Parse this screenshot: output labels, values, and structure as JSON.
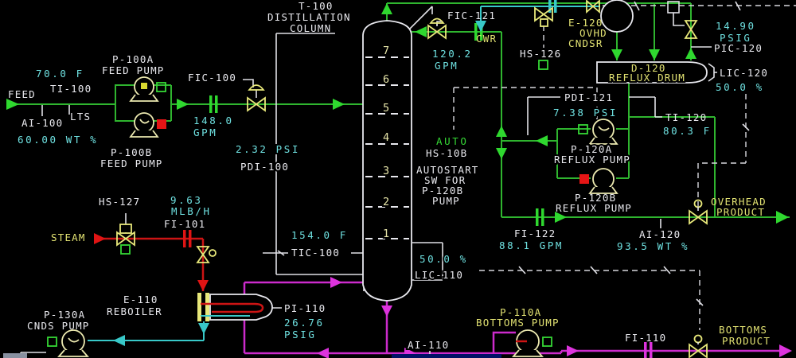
{
  "colors": {
    "background": "#000000",
    "piping_green": "#2fb52f",
    "steam_red": "#cc1414",
    "water_cyan": "#38c8c8",
    "bottoms_magenta": "#cc2bcc",
    "value_cyan": "#6ee0e0",
    "label_white": "#e9e9ee",
    "equipment_yellow": "#e2e272",
    "status_green": "#35d835",
    "alarm_red": "#e51515"
  },
  "feed": {
    "stream": "FEED",
    "ti100": "TI-100",
    "ti100_value": "70.0  F",
    "ai100": "AI-100",
    "ai100_value": "60.00 WT %",
    "lts": "LTS",
    "pump_a": "P-100A",
    "pump_a_desc": "FEED PUMP",
    "pump_b": "P-100B",
    "pump_b_desc": "FEED PUMP",
    "fic100": "FIC-100",
    "fic100_value": "148.0",
    "fic100_unit": "GPM"
  },
  "column": {
    "tag": "T-100",
    "desc_line1": "DISTILLATION",
    "desc_line2": "COLUMN",
    "trays": [
      "7",
      "6",
      "5",
      "4",
      "3",
      "2",
      "1"
    ],
    "pdi100_value": "2.32 PSI",
    "pdi100": "PDI-100",
    "tic100_value": "154.0 F",
    "tic100": "TIC-100",
    "lic110_value": "50.0  %",
    "lic110": "LIC-110"
  },
  "overhead": {
    "fic121": "FIC-121",
    "fic121_value": "120.2",
    "fic121_unit": "GPM",
    "cwr": "CWR",
    "hs126": "HS-126",
    "condenser": "E-120",
    "condenser_desc1": "OVHD",
    "condenser_desc2": "CNDSR",
    "pic120_value": "14.90",
    "pic120_unit": "PSIG",
    "pic120": "PIC-120",
    "drum": "D-120",
    "drum_desc": "REFLUX DRUM",
    "lic120": "LIC-120",
    "lic120_value": "50.0  %",
    "pdi121": "PDI-121",
    "pdi121_value": "7.38 PSI",
    "ti120": "TI-120",
    "ti120_value": "80.3 F",
    "pump_a": "P-120A",
    "pump_a_desc": "REFLUX PUMP",
    "pump_b": "P-120B",
    "pump_b_desc": "REFLUX PUMP",
    "auto_status": "AUTO",
    "hs10b": "HS-10B",
    "autostart_line1": "AUTOSTART",
    "autostart_line2": "SW FOR",
    "autostart_line3": "P-120B",
    "autostart_line4": "PUMP",
    "fi122": "FI-122",
    "fi122_value": "88.1  GPM",
    "ai120": "AI-120",
    "ai120_value": "93.5  WT %",
    "product_line1": "OVERHEAD",
    "product_line2": "PRODUCT"
  },
  "steam": {
    "stream": "STEAM",
    "hs127": "HS-127",
    "fi101_value": "9.63",
    "fi101_unit": "MLB/H",
    "fi101": "FI-101"
  },
  "bottoms": {
    "reboiler": "E-110",
    "reboiler_desc": "REBOILER",
    "pi110": "PI-110",
    "pi110_value": "26.76",
    "pi110_unit": "PSIG",
    "cnds_pump": "P-130A",
    "cnds_pump_desc": "CNDS PUMP",
    "ai110": "AI-110",
    "pump": "P-110A",
    "pump_desc": "BOTTOMS PUMP",
    "fi110": "FI-110",
    "product_line1": "BOTTOMS",
    "product_line2": "PRODUCT"
  }
}
